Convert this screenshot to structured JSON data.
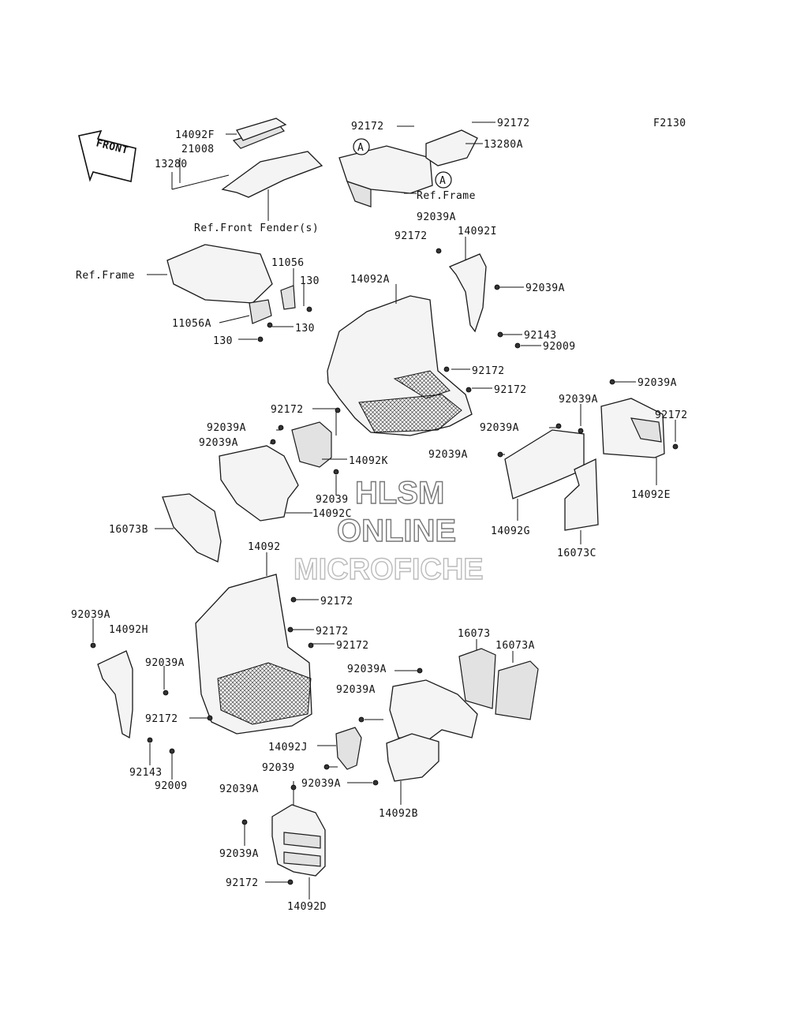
{
  "figure_code": "F2130",
  "front_arrow": "FRONT",
  "watermark": {
    "line1": "HLSM",
    "line2": "ONLINE",
    "line3": "MICROFICHE"
  },
  "ref_marker": "A",
  "labels": {
    "l_14092F": "14092F",
    "l_21008": "21008",
    "l_13280": "13280",
    "l_ref_front_fender": "Ref.Front Fender(s)",
    "l_92172_top_a": "92172",
    "l_92172_top_b": "92172",
    "l_13280A": "13280A",
    "l_ref_frame_top": "Ref.Frame",
    "l_92039A_top": "92039A",
    "l_92172_mid": "92172",
    "l_14092I": "14092I",
    "l_92039A_r1": "92039A",
    "l_92143_r": "92143",
    "l_92009_r": "92009",
    "l_ref_frame_left": "Ref.Frame",
    "l_11056": "11056",
    "l_130_a": "130",
    "l_11056A": "11056A",
    "l_130_b": "130",
    "l_130_c": "130",
    "l_14092A": "14092A",
    "l_92172_c1": "92172",
    "l_92172_c2": "92172",
    "l_92172_c3": "92172",
    "l_92039A_l1": "92039A",
    "l_92039A_l2": "92039A",
    "l_14092K": "14092K",
    "l_92039_l": "92039",
    "l_14092C": "14092C",
    "l_16073B": "16073B",
    "l_92039A_e1": "92039A",
    "l_92039A_e2": "92039A",
    "l_92172_e": "92172",
    "l_14092E": "14092E",
    "l_92039A_g1": "92039A",
    "l_92039A_g2": "92039A",
    "l_14092G": "14092G",
    "l_16073C": "16073C",
    "l_14092": "14092",
    "l_92172_b1": "92172",
    "l_92172_b2": "92172",
    "l_92172_b3": "92172",
    "l_92039A_h1": "92039A",
    "l_14092H": "14092H",
    "l_92039A_h2": "92039A",
    "l_92172_h": "92172",
    "l_92143_h": "92143",
    "l_92009_h": "92009",
    "l_16073": "16073",
    "l_16073A": "16073A",
    "l_92039A_j1": "92039A",
    "l_92039A_j2": "92039A",
    "l_14092J": "14092J",
    "l_92039_j": "92039",
    "l_92039A_j3": "92039A",
    "l_14092B": "14092B",
    "l_92039A_d1": "92039A",
    "l_92039A_d2": "92039A",
    "l_92172_d": "92172",
    "l_14092D": "14092D"
  }
}
